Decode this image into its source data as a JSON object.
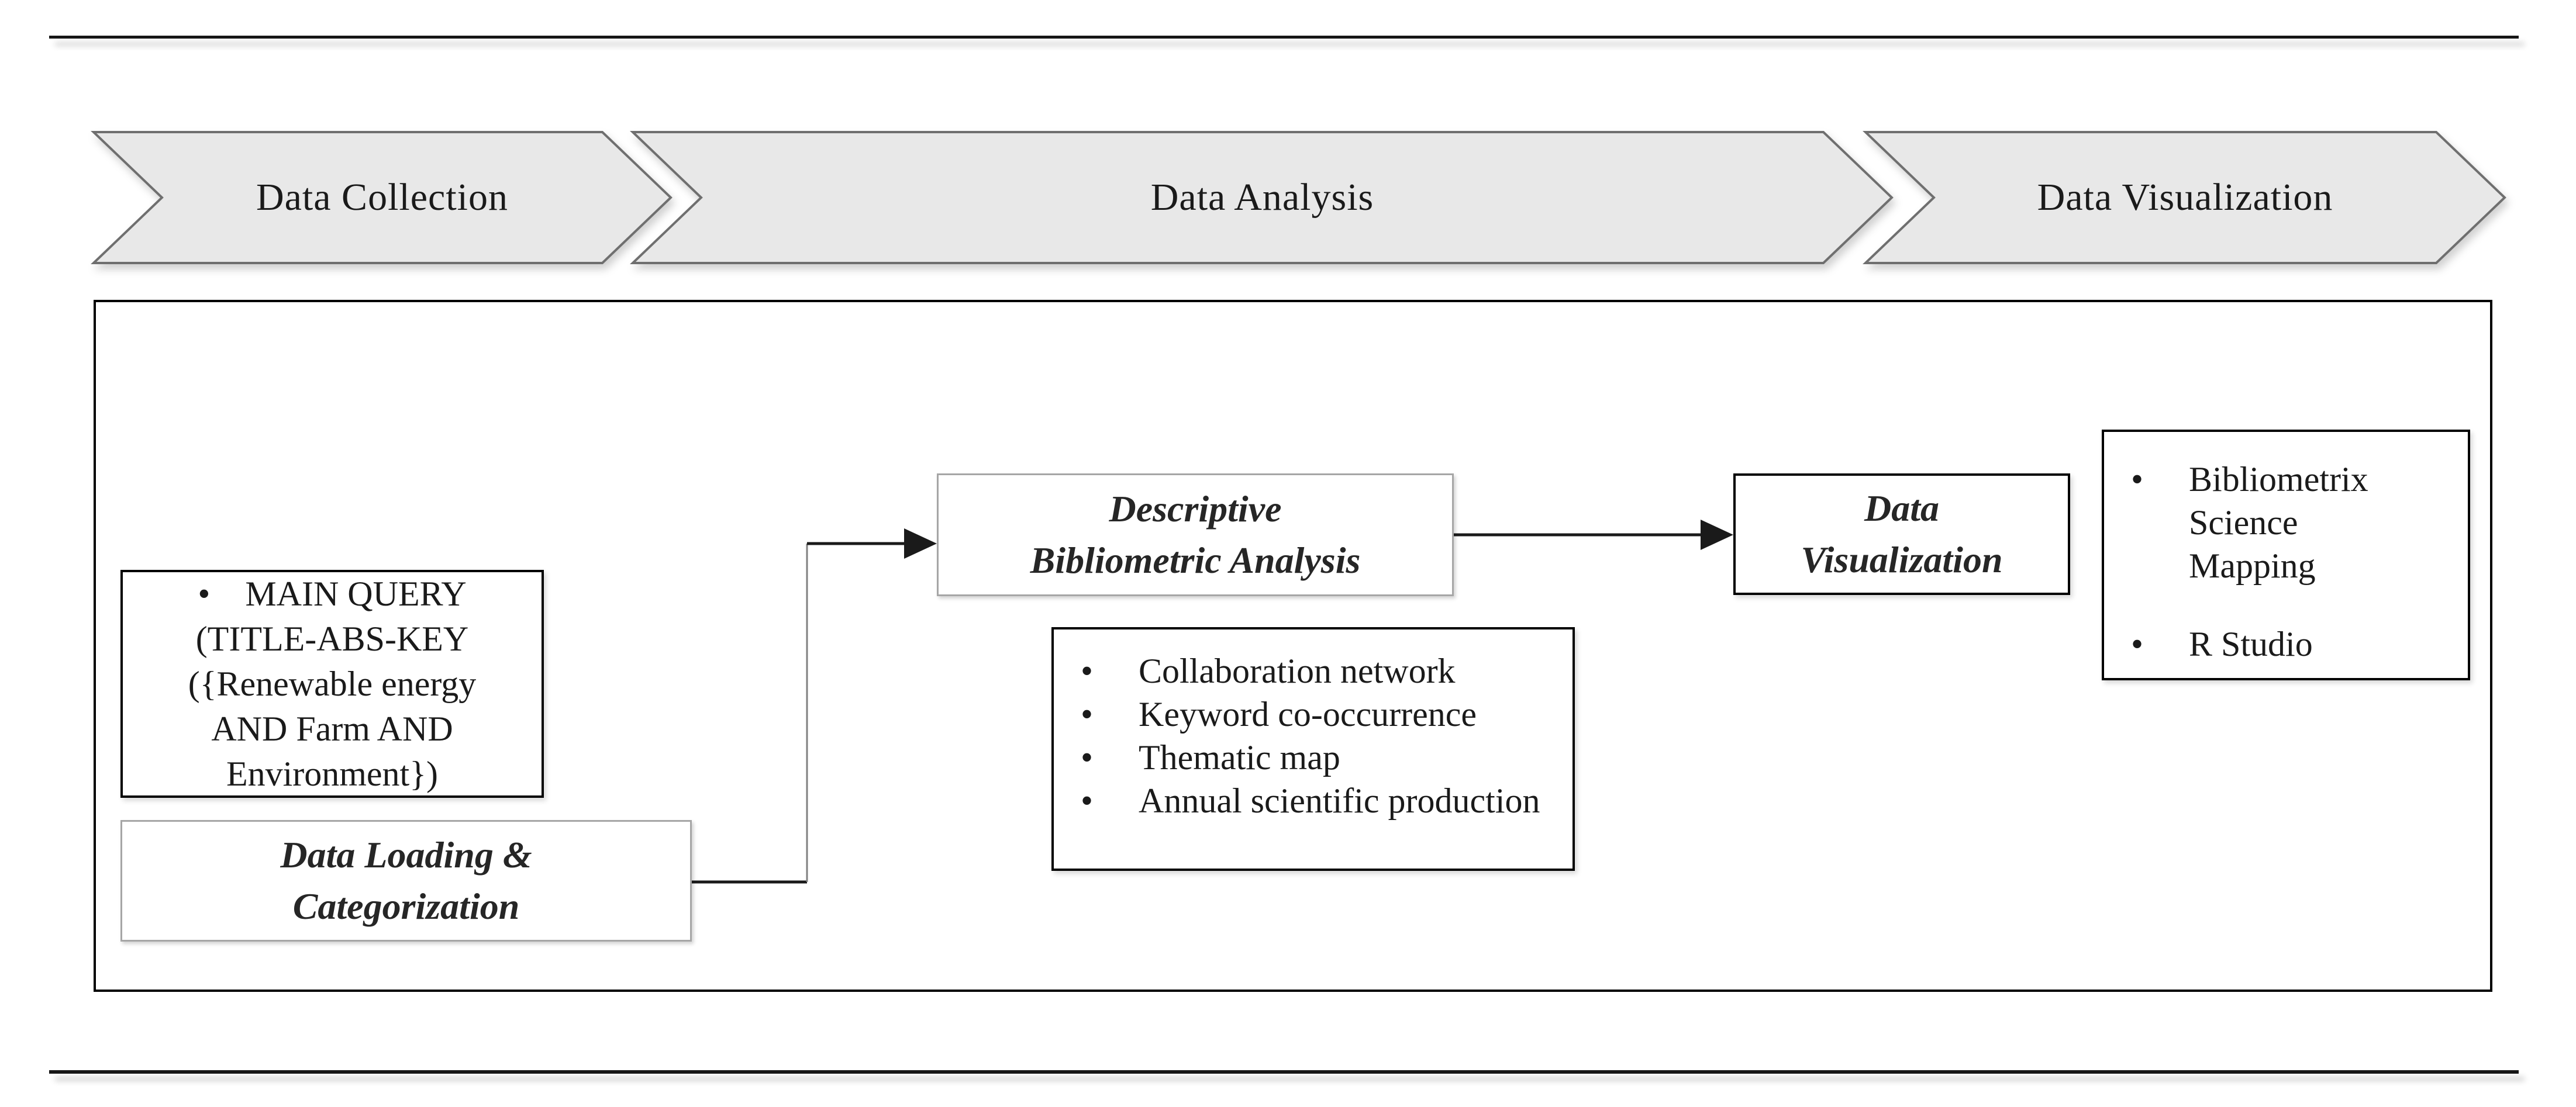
{
  "theme": {
    "page_bg": "#ffffff",
    "text_color": "#1a1a1a",
    "chevron_fill": "#e8e8e8",
    "chevron_border": "#6f6f6f",
    "dark_border": "#000000",
    "light_border": "#a6a6a6",
    "connector_black": "#1a1a1a",
    "connector_gray": "#808080"
  },
  "process_steps": [
    {
      "label": "Data Collection"
    },
    {
      "label": "Data Analysis"
    },
    {
      "label": "Data Visualization"
    }
  ],
  "collection": {
    "main_query_text": "• MAIN QUERY\n(TITLE-ABS-KEY\n({Renewable energy\nAND Farm AND\nEnvironment})",
    "data_loading_label": "Data Loading &\nCategorization"
  },
  "analysis": {
    "descriptive_label": "Descriptive\nBibliometric Analysis",
    "outputs": [
      "Collaboration network",
      "Keyword co-occurrence",
      "Thematic map",
      "Annual scientific production"
    ]
  },
  "visualization": {
    "box_label": "Data\nVisualization",
    "tools": [
      "Bibliometrix\nScience\nMapping",
      "R Studio"
    ]
  }
}
